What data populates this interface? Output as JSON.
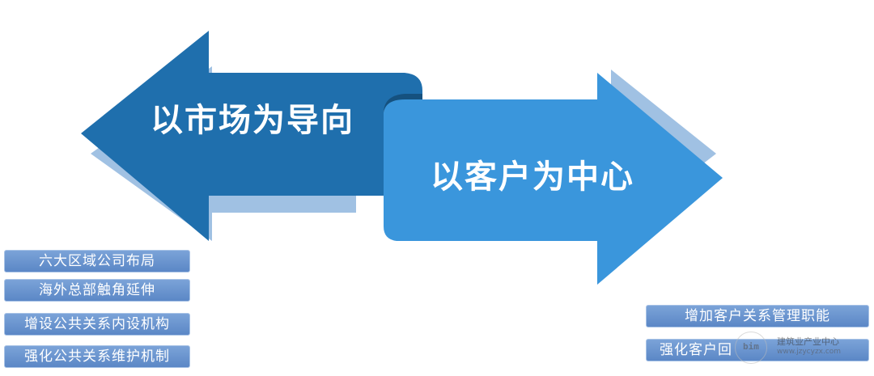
{
  "arrows": {
    "left_title": "以市场为导向",
    "right_title": "以客户为中心"
  },
  "colors": {
    "left_arrow": "#1f6fad",
    "right_arrow": "#3a96dc",
    "shadow": "#8fb6de",
    "label_box": "#6f9bd4"
  },
  "left_labels": [
    "六大区域公司布局",
    "海外总部触角延伸",
    "增设公共关系内设机构",
    "强化公共关系维护机制"
  ],
  "right_labels": [
    "增加客户关系管理职能",
    "强化客户回"
  ],
  "watermark": {
    "logo_text": "bim",
    "title": "建筑业产业中心",
    "url": "www.jzycyzx.com"
  }
}
